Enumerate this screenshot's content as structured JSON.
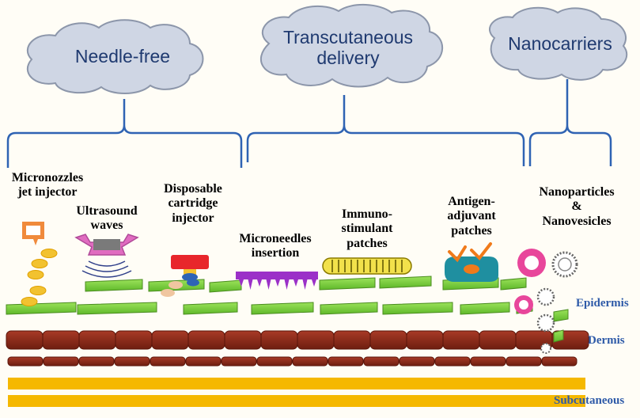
{
  "categories": {
    "needle_free": "Needle-free",
    "transcutaneous": [
      "Transcutaneous",
      "delivery"
    ],
    "nanocarriers": "Nanocarriers"
  },
  "methods": {
    "micronozzles": [
      "Micronozzles",
      "jet injector"
    ],
    "ultrasound": [
      "Ultrasound",
      "waves"
    ],
    "cartridge": [
      "Disposable",
      "cartridge",
      "injector"
    ],
    "microneedles": [
      "Microneedles",
      "insertion"
    ],
    "immuno": [
      "Immuno-",
      "stimulant",
      "patches"
    ],
    "antigen": [
      "Antigen-",
      "adjuvant",
      "patches"
    ],
    "nanoparticles": [
      "Nanoparticles",
      "&",
      "Nanovesicles"
    ]
  },
  "layers": {
    "epidermis": "Epidermis",
    "dermis": "Dermis",
    "subcutaneous": "Subcutaneous"
  },
  "colors": {
    "cloud_fill": "#cfd6e4",
    "cloud_stroke": "#8c96aa",
    "brace": "#2f63b3",
    "epidermis": "#7fd13b",
    "dermis": "#8b2a1a",
    "subcutaneous": "#f5b800",
    "nano_pink": "#e8469b",
    "patch_yellow": "#f2e14b",
    "needle_purple": "#9b30c8"
  }
}
